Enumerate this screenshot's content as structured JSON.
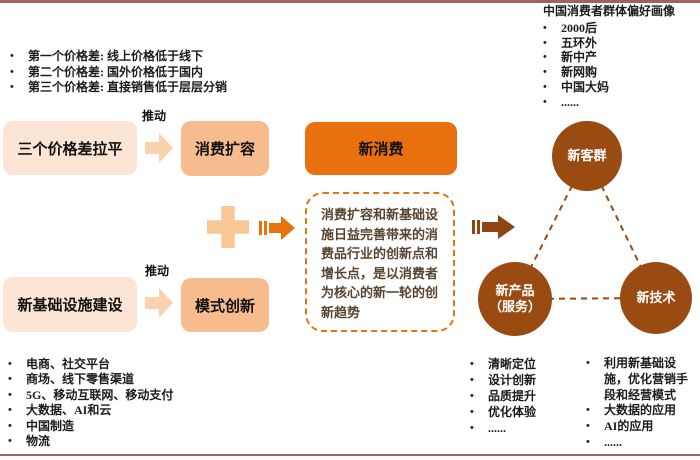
{
  "glyphs": {
    "bullet": "•"
  },
  "colors": {
    "rule": "#a36060",
    "box_light": "#fce5d4",
    "box_medium": "#f6bc8d",
    "box_dark_orange": "#e8700e",
    "dashed_border": "#e8720c",
    "circle_brown": "#9a4b12",
    "arrow_brown": "#8f4512",
    "arrow_light": "#fad2ae",
    "plus_light": "#f8c795",
    "summary_text": "#594431"
  },
  "top_left_list": {
    "items": [
      "第一个价格差: 线上价格低于线下",
      "第二个价格差: 国外价格低于国内",
      "第三个价格差: 直接销售低于层层分销"
    ]
  },
  "top_right_panel": {
    "title": "中国消费者群体偏好画像",
    "items": [
      "2000后",
      "五环外",
      "新中产",
      "新网购",
      "中国大妈",
      "......"
    ]
  },
  "flow": {
    "box_price_gap": "三个价格差拉平",
    "push_label_1": "推动",
    "box_expand": "消费扩容",
    "box_new_consumption": "新消费",
    "push_label_2": "推动",
    "box_infra": "新基础设施建设",
    "box_model": "模式创新",
    "summary": "消费扩容和新基础设施日益完善带来的消费品行业的创新点和增长点，是以消费者为核心的新一轮的创新趋势"
  },
  "triangle": {
    "customer": "新客群",
    "product_line1": "新产品",
    "product_line2": "（服务）",
    "tech": "新技术"
  },
  "bottom_left_list": {
    "items": [
      "电商、社交平台",
      "商场、线下零售渠道",
      "5G、移动互联网、移动支付",
      "大数据、AI和云",
      "中国制造",
      "物流"
    ]
  },
  "bottom_mid_list": {
    "items": [
      "清晰定位",
      "设计创新",
      "品质提升",
      "优化体验",
      "......"
    ]
  },
  "bottom_right_list": {
    "items": [
      "利用新基础设施，优化营销手段和经营模式",
      "大数据的应用",
      "AI的应用",
      "......"
    ]
  }
}
